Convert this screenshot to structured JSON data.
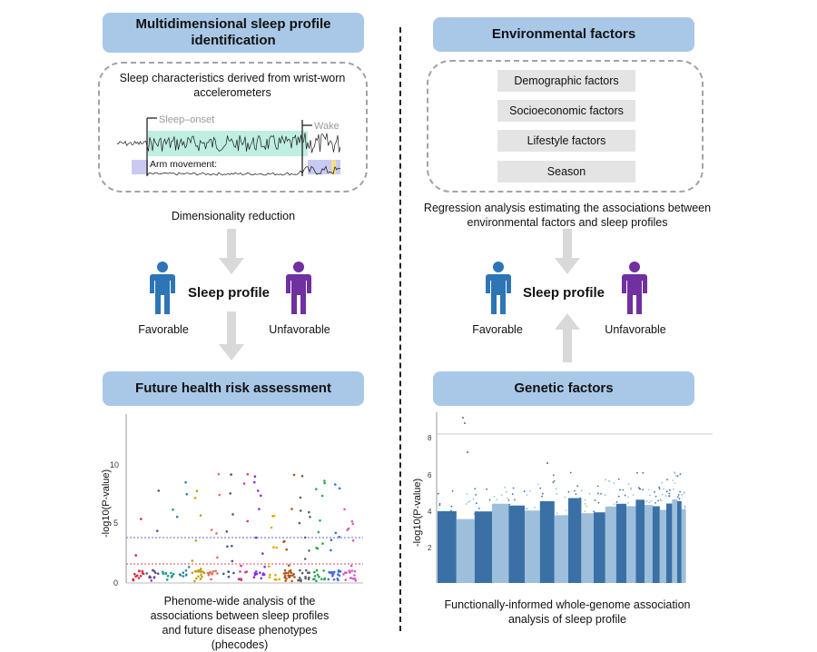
{
  "left": {
    "header_top": "Multidimensional sleep profile identification",
    "accel_caption": "Sleep characteristics derived from wrist-worn accelerometers",
    "sleep_onset": "Sleep–onset",
    "wake": "Wake",
    "arm_movement": "Arm movement:",
    "dim_reduction": "Dimensionality reduction",
    "sleep_profile": "Sleep profile",
    "favorable": "Favorable",
    "unfavorable": "Unfavorable",
    "header_bottom": "Future health risk assessment",
    "phewas_caption": "Phenome-wide analysis of the associations between sleep profiles and future disease phenotypes (phecodes)"
  },
  "right": {
    "header_top": "Environmental factors",
    "factors": [
      "Demographic factors",
      "Socioeconomic factors",
      "Lifestyle factors",
      "Season"
    ],
    "regression_caption": "Regression analysis estimating the associations between environmental factors and sleep profiles",
    "sleep_profile": "Sleep profile",
    "favorable": "Favorable",
    "unfavorable": "Unfavorable",
    "header_bottom": "Genetic factors",
    "gwas_caption": "Functionally-informed whole-genome association analysis of sleep profile"
  },
  "colors": {
    "header_fill": "#a9c8e8",
    "arrow": "#d9d9d9",
    "favorable_person": "#2e75b6",
    "unfavorable_person": "#7030a0",
    "gwas_dark": "#3a70a6",
    "gwas_light": "#9dbfdc"
  },
  "phewas_plot": {
    "ylabel": "-log10(P-value)",
    "y_ticks": [
      "0",
      "5",
      "10"
    ]
  },
  "gwas_plot": {
    "ylabel": "-log10(P-value)",
    "y_ticks": [
      "2",
      "4",
      "6",
      "8"
    ]
  }
}
